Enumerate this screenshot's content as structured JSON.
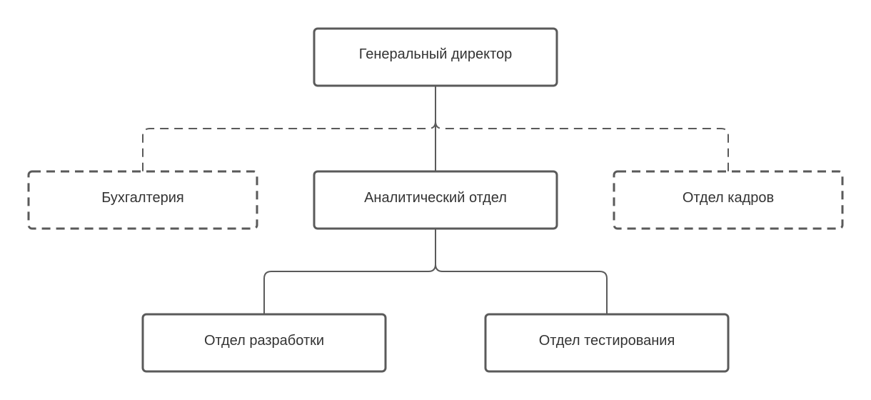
{
  "colors": {
    "stroke": "#5a5a5a",
    "text": "#333333",
    "fill": "#ffffff"
  },
  "nodes": {
    "director": {
      "label": "Генеральный директор",
      "style": "solid"
    },
    "accounting": {
      "label": "Бухгалтерия",
      "style": "dashed"
    },
    "analytics": {
      "label": "Аналитический отдел",
      "style": "solid"
    },
    "hr": {
      "label": "Отдел кадров",
      "style": "dashed"
    },
    "development": {
      "label": "Отдел разработки",
      "style": "solid"
    },
    "testing": {
      "label": "Отдел тестирования",
      "style": "solid"
    }
  },
  "edges": [
    {
      "from": "director",
      "to": "analytics",
      "style": "solid"
    },
    {
      "from": "director",
      "to": "accounting",
      "style": "dashed"
    },
    {
      "from": "director",
      "to": "hr",
      "style": "dashed"
    },
    {
      "from": "analytics",
      "to": "development",
      "style": "solid"
    },
    {
      "from": "analytics",
      "to": "testing",
      "style": "solid"
    }
  ]
}
